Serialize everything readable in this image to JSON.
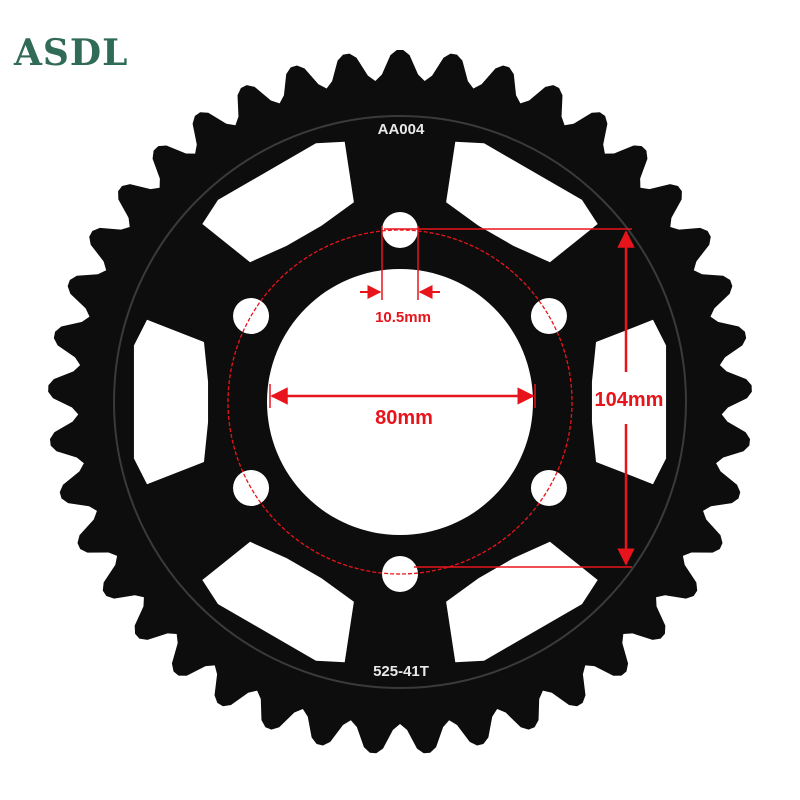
{
  "brand": {
    "logo_text": "ASDL",
    "color": "#2f6b57"
  },
  "product": {
    "part_code": "AA004",
    "size_marking": "525-41T",
    "tooth_count": 41,
    "bolt_holes": 6,
    "body_color": "#0d0d0d"
  },
  "dimensions": {
    "bolt_hole_label": "10.5mm",
    "center_bore_label": "80mm",
    "bolt_circle_label": "104mm",
    "annotation_color": "#e8141b"
  }
}
